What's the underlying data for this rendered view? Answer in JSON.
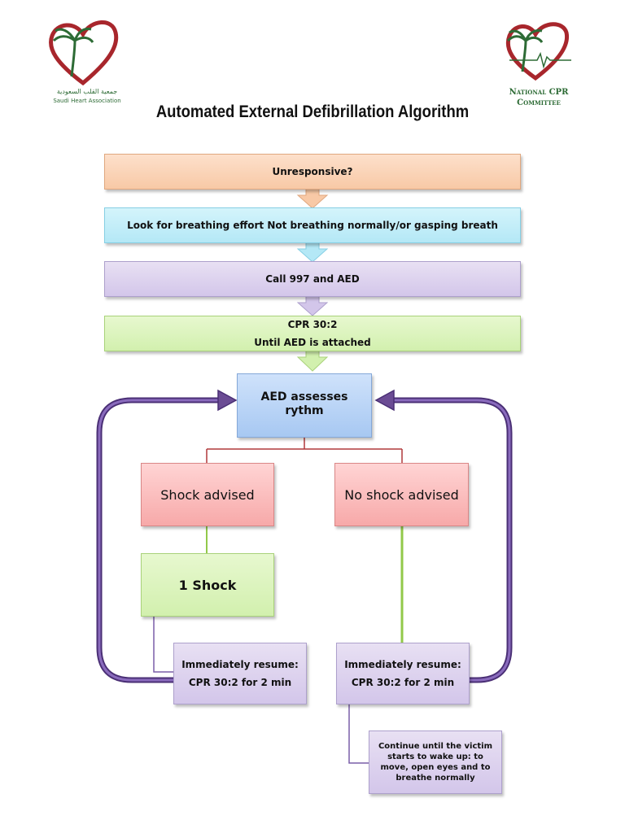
{
  "left_logo": {
    "arabic": "جمعية القلب السعودية",
    "name": "Saudi Heart Association"
  },
  "right_logo": {
    "line1": "National  CPR",
    "line2": "Committee"
  },
  "title": "Automated External Defibrillation Algorithm",
  "steps": {
    "unresponsive": "Unresponsive?",
    "breathing": "Look for breathing effort Not breathing normally/or gasping breath",
    "call": "Call 997 and AED",
    "cpr_line1": "CPR 30:2",
    "cpr_line2": "Until AED is attached",
    "aed": "AED assesses rythm",
    "shock_advised": "Shock advised",
    "no_shock_advised": "No shock advised",
    "one_shock": "1 Shock",
    "resume_left_1": "Immediately resume:",
    "resume_left_2": "CPR 30:2 for 2 min",
    "resume_right_1": "Immediately resume:",
    "resume_right_2": "CPR 30:2 for 2 min",
    "continue": "Continue until the victim starts to wake up: to move, open eyes and to breathe normally"
  },
  "colors": {
    "orange": "#f8c9a6",
    "cyan": "#b4e8f6",
    "purple": "#d3c6ea",
    "green": "#d2f0ae",
    "blue": "#a7c8f2",
    "red": "#f7a9a9",
    "loop_arrow": "#6b4c94",
    "branch_line": "#b0383a"
  },
  "icons": [
    "heart-logo-icon",
    "palm-tree-icon",
    "ecg-line-icon"
  ]
}
